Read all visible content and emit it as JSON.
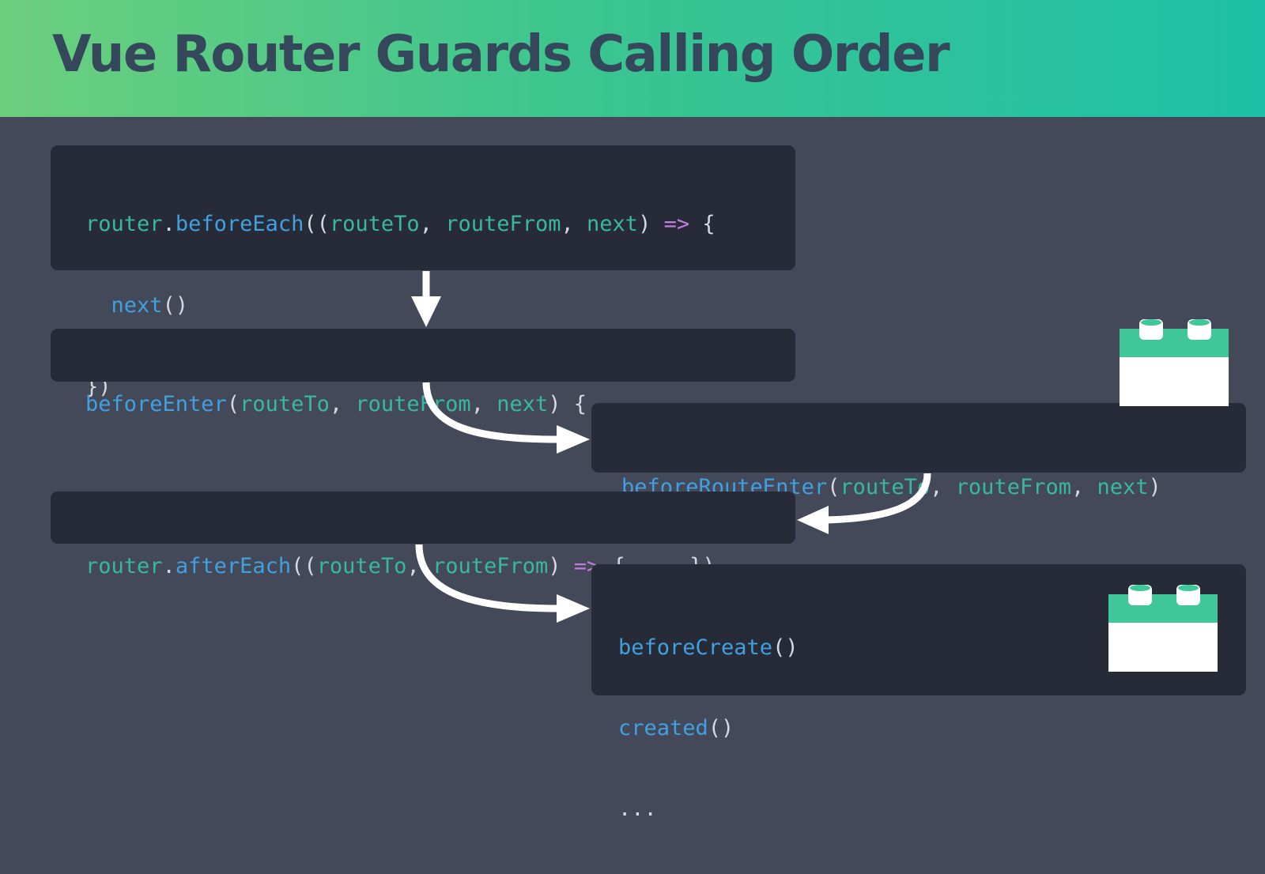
{
  "header": {
    "title": "Vue Router Guards Calling Order",
    "gradient_start": "#6ccf7d",
    "gradient_end": "#1fc0a8",
    "title_color": "#35475a"
  },
  "colors": {
    "background": "#434959",
    "code_box": "#272b37",
    "function": "#41a0e0",
    "identifier": "#3ab89f",
    "keyword": "#c37be0",
    "punctuation": "#d5d9e0",
    "arrow": "#ffffff",
    "icon_green": "#3fc79a",
    "icon_white": "#ffffff"
  },
  "blocks": {
    "before_each": {
      "l1": {
        "router": "router",
        "dot": ".",
        "fn": "beforeEach",
        "open": "((",
        "p1": "routeTo",
        "c1": ", ",
        "p2": "routeFrom",
        "c2": ", ",
        "p3": "next",
        "close": ") ",
        "arrow": "=>",
        "brace": " {"
      },
      "l2": {
        "indent": "  ",
        "fn": "next",
        "parens": "()"
      },
      "l3": {
        "text": "})"
      }
    },
    "before_enter": {
      "fn": "beforeEnter",
      "open": "(",
      "p1": "routeTo",
      "c1": ", ",
      "p2": "routeFrom",
      "c2": ", ",
      "p3": "next",
      "close": ") {"
    },
    "before_route_enter": {
      "fn": "beforeRouteEnter",
      "open": "(",
      "p1": "routeTo",
      "c1": ", ",
      "p2": "routeFrom",
      "c2": ", ",
      "p3": "next",
      "close": ")"
    },
    "after_each": {
      "router": "router",
      "dot": ".",
      "fn": "afterEach",
      "open": "((",
      "p1": "routeTo",
      "c1": ", ",
      "p2": "routeFrom",
      "close": ") ",
      "arrow": "=>",
      "body": " { ... })"
    },
    "lifecycle": {
      "l1_fn": "beforeCreate",
      "l1_parens": "()",
      "l2_fn": "created",
      "l2_parens": "()",
      "l3": "..."
    }
  },
  "icons": [
    {
      "name": "vue-component-icon",
      "block": "before_route_enter"
    },
    {
      "name": "vue-component-icon",
      "block": "lifecycle"
    }
  ]
}
